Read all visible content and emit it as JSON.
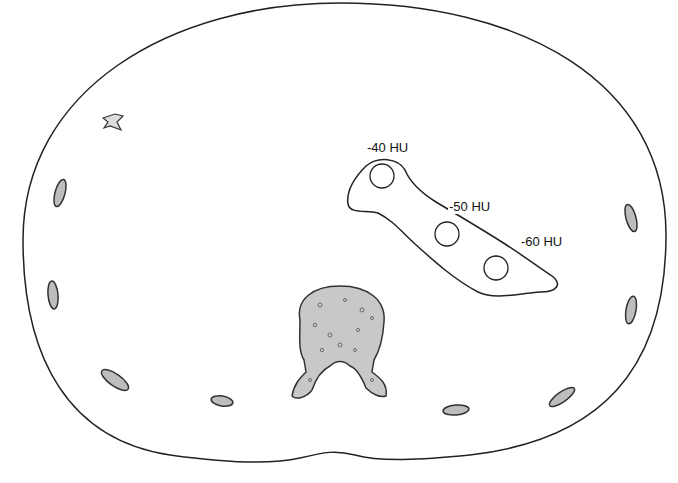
{
  "diagram": {
    "labels": [
      "-40 HU",
      "-50 HU",
      "-60 HU"
    ]
  }
}
